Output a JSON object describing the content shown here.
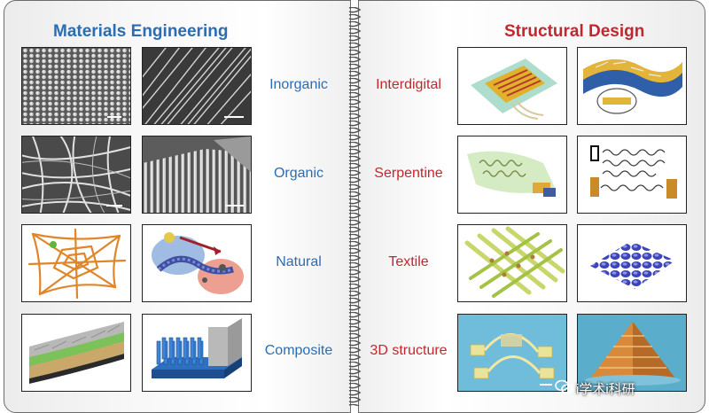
{
  "left_page": {
    "title": "Materials Engineering",
    "rows": [
      {
        "label": "Inorganic"
      },
      {
        "label": "Organic"
      },
      {
        "label": "Natural"
      },
      {
        "label": "Composite"
      }
    ]
  },
  "right_page": {
    "title": "Structural Design",
    "rows": [
      {
        "label": "Interdigital"
      },
      {
        "label": "Serpentine"
      },
      {
        "label": "Textile"
      },
      {
        "label": "3D structure"
      }
    ]
  },
  "watermark": {
    "text": "i学术i科研"
  },
  "colors": {
    "left_accent": "#2b6cb3",
    "right_accent": "#c2272d"
  }
}
